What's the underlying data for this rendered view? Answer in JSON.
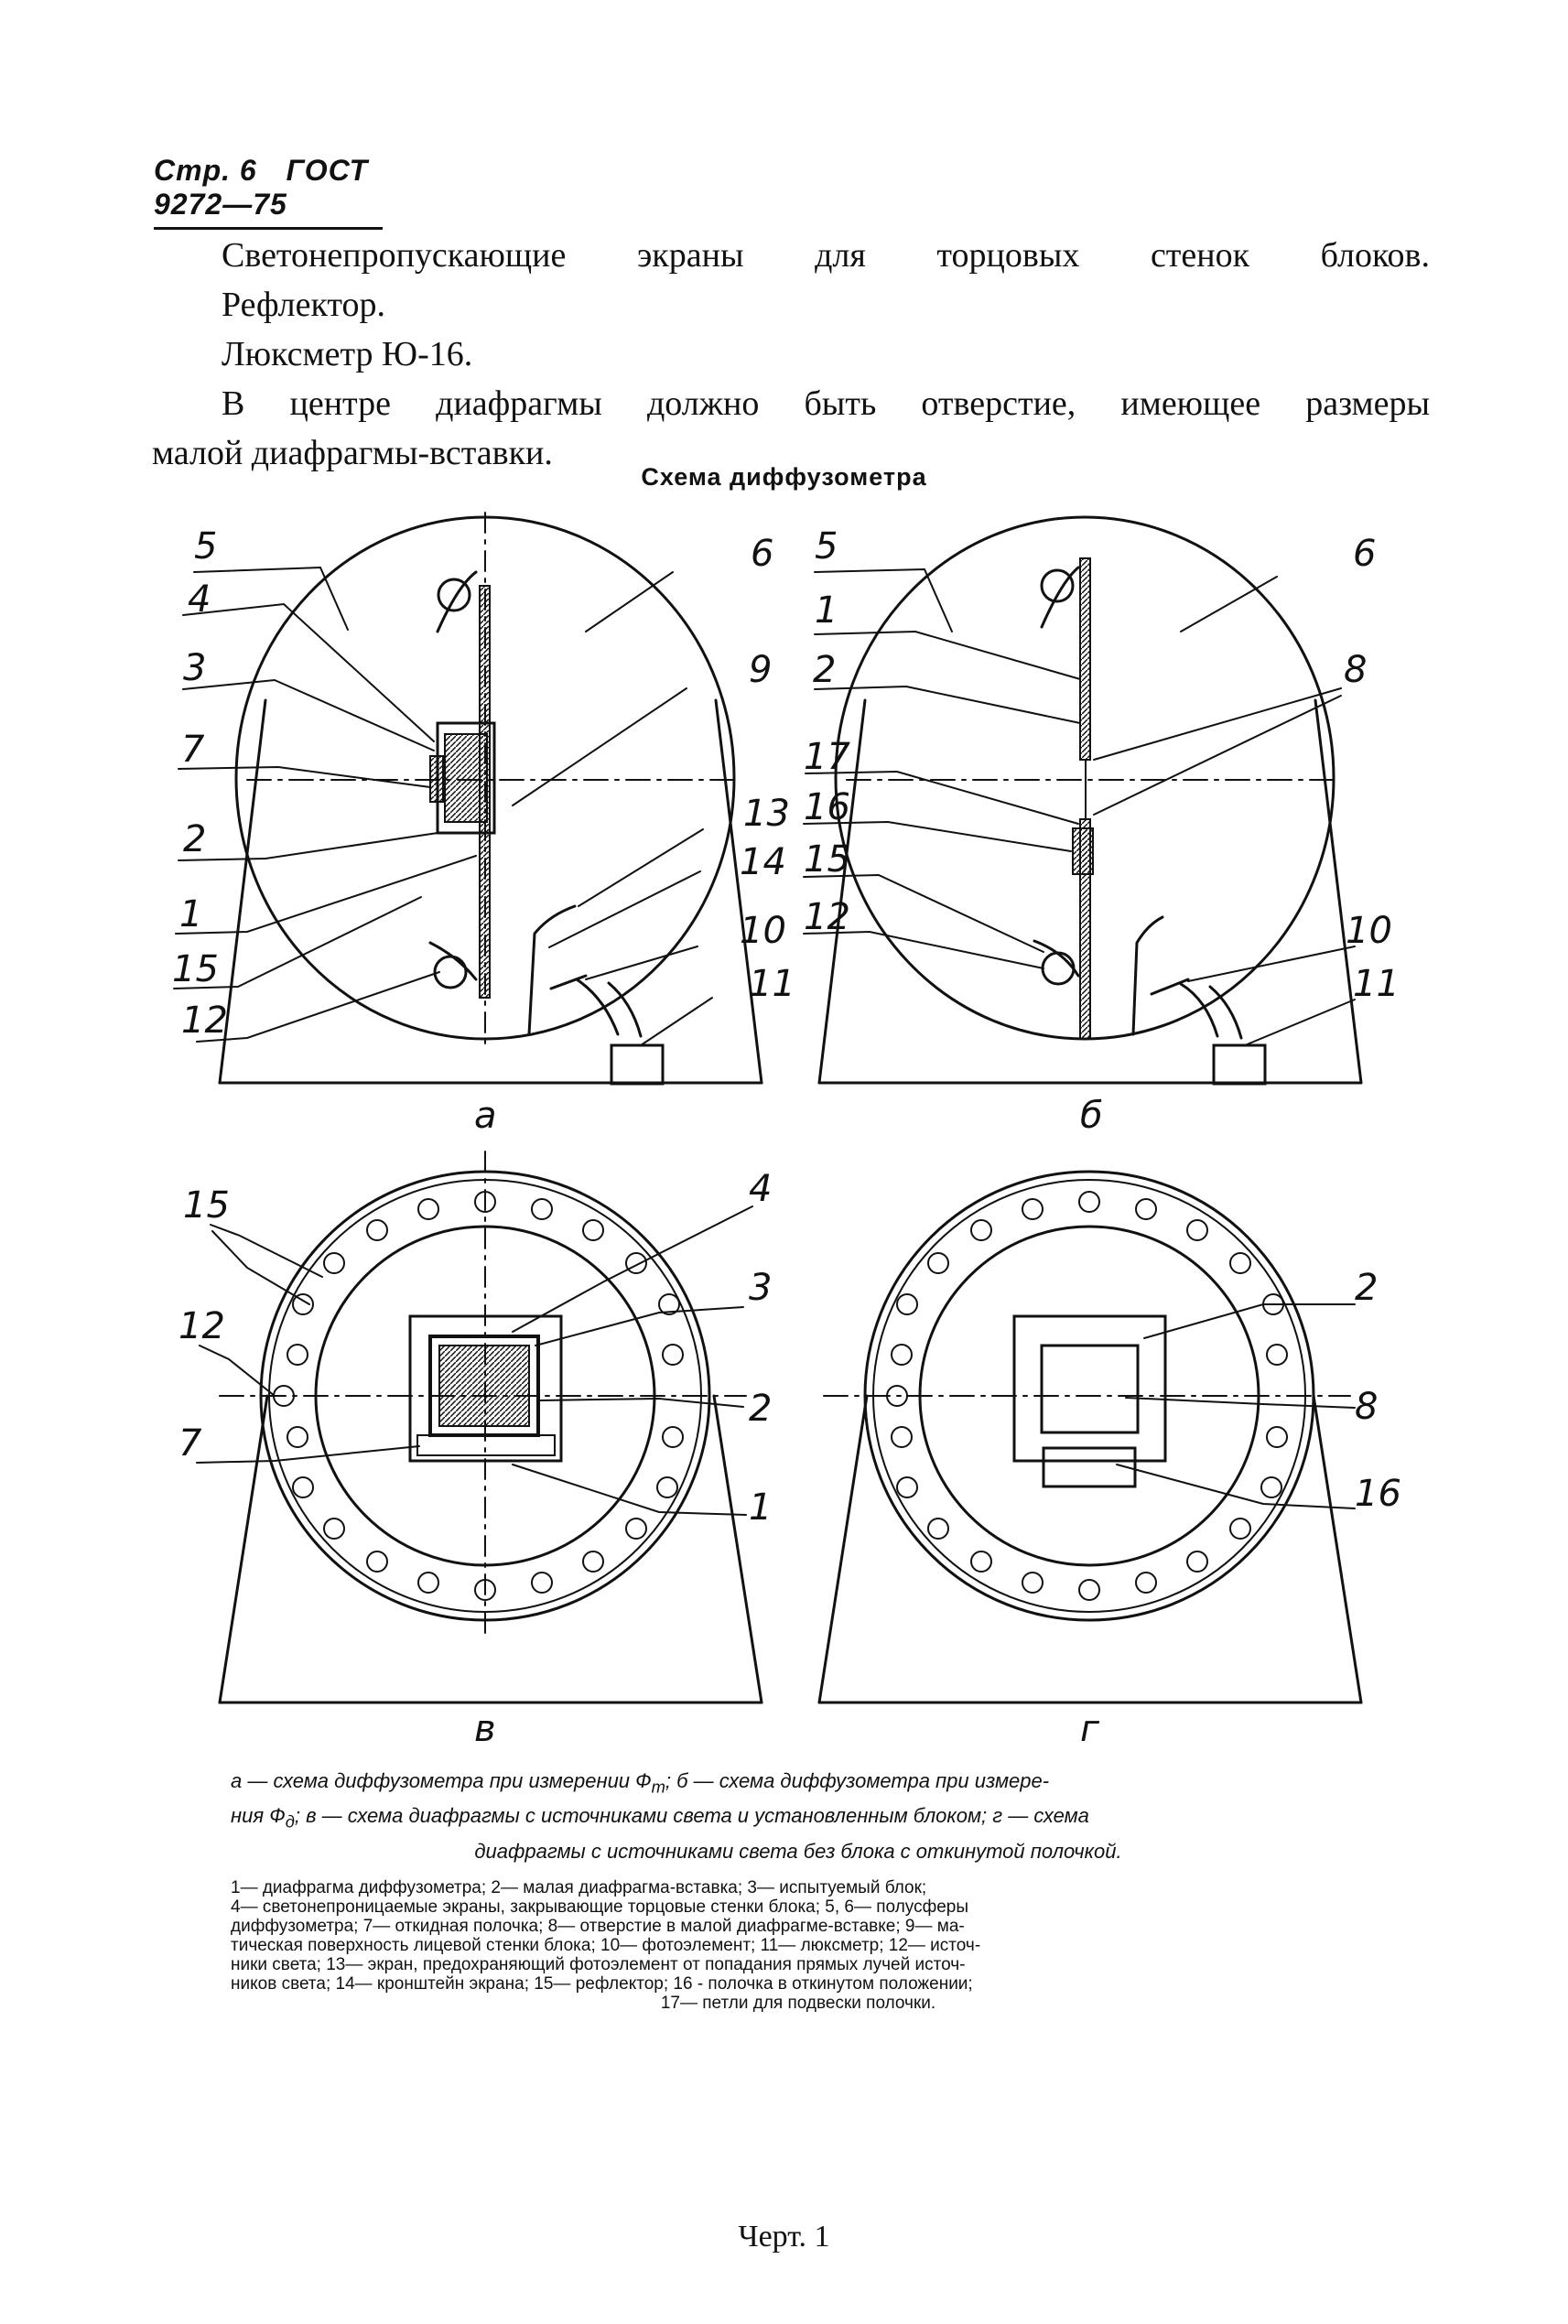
{
  "header": {
    "page": "Стр. 6",
    "standard": "ГОСТ 9272—75"
  },
  "body": {
    "line1": "Светонепропускающие экраны для торцовых стенок блоков.",
    "line2": "Рефлектор.",
    "line3": "Люксметр Ю-16.",
    "line4": "В центре диафрагмы должно быть отверстие, имеющее размеры",
    "line5": "малой диафрагмы-вставки."
  },
  "figure": {
    "title": "Схема диффузометра",
    "panel_a": {
      "letter": "а",
      "labels": [
        "5",
        "4",
        "3",
        "7",
        "2",
        "1",
        "15",
        "12",
        "6",
        "9",
        "13",
        "14",
        "10",
        "11"
      ]
    },
    "panel_b": {
      "letter": "б",
      "labels": [
        "5",
        "1",
        "2",
        "17",
        "16",
        "15",
        "12",
        "6",
        "8",
        "10",
        "11"
      ]
    },
    "panel_v": {
      "letter": "в",
      "labels": [
        "15",
        "12",
        "7",
        "4",
        "3",
        "2",
        "1"
      ]
    },
    "panel_g": {
      "letter": "г",
      "labels": [
        "2",
        "8",
        "16"
      ]
    }
  },
  "caption": {
    "line1": "а — схема диффузометра при измерении Ф",
    "sub1": "т",
    "line1b": "; б — схема диффузометра при измере-",
    "line2": "ния Ф",
    "sub2": "д",
    "line2b": "; в — схема диафрагмы с источниками света и установленным блоком; г — схема",
    "line3": "диафрагмы с источниками света без блока с откинутой полочкой."
  },
  "legend": {
    "line1": "1— диафрагма диффузометра; 2— малая диафрагма-вставка; 3— испытуемый блок;",
    "line2": "4— светонепроницаемые экраны, закрывающие торцовые стенки блока; 5, 6— полусферы",
    "line3": "диффузометра; 7— откидная полочка; 8— отверстие в малой диафрагме-вставке; 9— ма-",
    "line4": "тическая поверхность лицевой стенки блока; 10— фотоэлемент; 11— люксметр; 12— источ-",
    "line5": "ники света; 13— экран, предохраняющий фотоэлемент от попадания прямых лучей источ-",
    "line6": "ников света; 14— кронштейн экрана; 15— рефлектор; 16 - полочка в откинутом положении;",
    "line7": "17— петли для подвески полочки."
  },
  "footer": {
    "chert": "Черт. 1"
  }
}
